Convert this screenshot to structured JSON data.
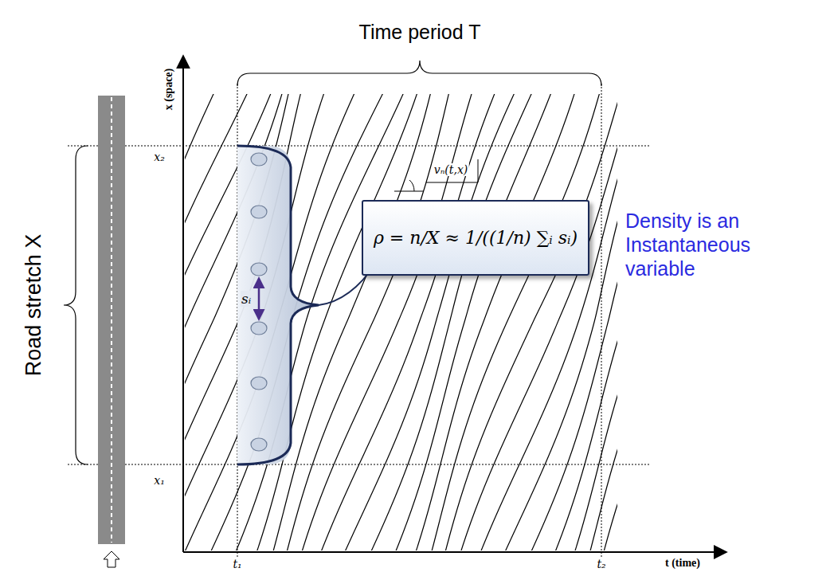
{
  "diagram": {
    "nodes": [
      {
        "text": [
          "ρ = n/X ≈ 1/((1/n) ∑ᵢ sᵢ)"
        ]
      }
    ],
    "labels": [
      "Time period T",
      "Road stretch X",
      "x (space)",
      "t (time)",
      "x₂",
      "x₁",
      "t₁",
      "t₂",
      "vₙ(t,x)",
      "sᵢ",
      "Density is an Instantaneous variable"
    ]
  }
}
